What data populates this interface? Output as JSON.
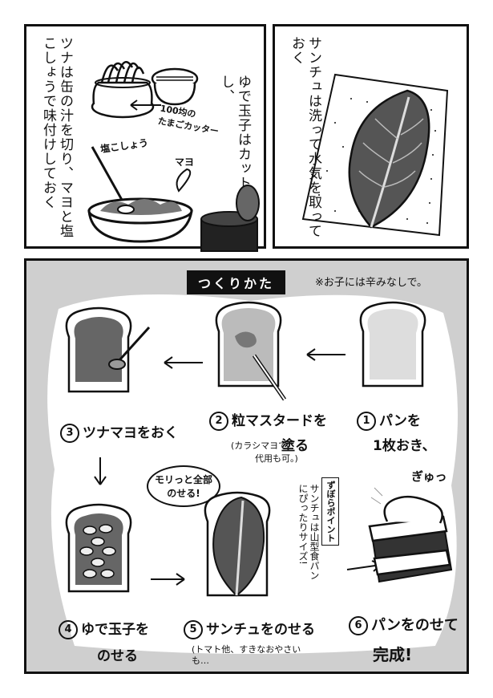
{
  "panel_tuna": {
    "text": "ツナは缶の汁を切り、マヨと塩こしょうで味付けしておく",
    "salt_label": "塩こしょう",
    "mayo_label": "マヨ"
  },
  "panel_egg": {
    "text": "ゆで玉子はカットし、",
    "cutter_label_1": "100均の",
    "cutter_label_2": "たまごカッター"
  },
  "panel_lettuce": {
    "text": "サンチュは洗って水気を取っておく"
  },
  "howto": {
    "title": "つくりかた",
    "note": "※お子には辛みなしで。",
    "steps": [
      {
        "num": "1",
        "line1": "パンを",
        "line2": "1枚おき、"
      },
      {
        "num": "2",
        "line1": "粒マスタードを",
        "line2": "塗る"
      },
      {
        "num": "3",
        "line1": "ツナマヨをおく",
        "line2": ""
      },
      {
        "num": "4",
        "line1": "ゆで玉子を",
        "line2": "のせる"
      },
      {
        "num": "5",
        "line1": "サンチュをのせる",
        "line2": ""
      },
      {
        "num": "6",
        "line1": "パンをのせて",
        "line2": "完成!"
      }
    ],
    "step2_note_1": "(カラシマヨで",
    "step2_note_2": "代用も可。)",
    "step5_note": "(トマト他、すきなおやさいも…",
    "bubble": "モリっと全部のせる!",
    "point_tag": "ずぼらポイント",
    "point_text": "サンチュは山型食パンにぴったりサイズ!",
    "squish": "ぎゅっ"
  }
}
